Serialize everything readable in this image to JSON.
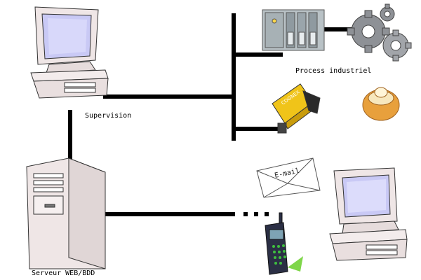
{
  "labels": {
    "supervision": "Supervision",
    "process": "Process industriel",
    "server": "Serveur WEB/BDD",
    "email": "E-mail"
  },
  "colors": {
    "link": "#000000",
    "crt_beige": "#efe6e6",
    "screen_violet": "#c9c9f5",
    "plc_gray": "#b9c2c6",
    "camera_yellow": "#f0c419",
    "gear_gray": "#8e9196",
    "cake_orange": "#e8a03c",
    "phone_dark": "#2b2f45",
    "keypad_green": "#3fbf3f"
  },
  "icons": [
    "supervision-computer-icon",
    "plc-icon",
    "gears-icon",
    "camera-icon",
    "cake-icon",
    "envelope-icon",
    "server-tower-icon",
    "mobile-phone-icon",
    "client-computer-icon"
  ]
}
